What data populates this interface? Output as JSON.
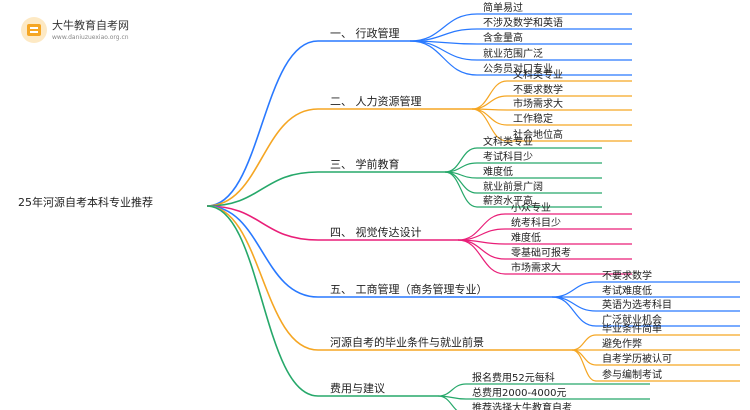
{
  "logo": {
    "title": "大牛教育自考网",
    "url": "www.daniuzuexiao.org.cn",
    "color": "#f5a623"
  },
  "root": "25年河源自考本科专业推荐",
  "branches": [
    {
      "label": "一、 行政管理",
      "color": "#2979ff",
      "leaves": [
        "简单易过",
        "不涉及数学和英语",
        "含金量高",
        "就业范围广泛",
        "公务员对口专业"
      ]
    },
    {
      "label": "二、 人力资源管理",
      "color": "#f5a623",
      "leaves": [
        "文科类专业",
        "不要求数学",
        "市场需求大",
        "工作稳定",
        "社会地位高"
      ]
    },
    {
      "label": "三、 学前教育",
      "color": "#26a86a",
      "leaves": [
        "文科类专业",
        "考试科目少",
        "难度低",
        "就业前景广阔",
        "薪资水平高"
      ]
    },
    {
      "label": "四、 视觉传达设计",
      "color": "#e91e78",
      "leaves": [
        "小众专业",
        "统考科目少",
        "难度低",
        "零基础可报考",
        "市场需求大"
      ]
    },
    {
      "label": "五、 工商管理（商务管理专业）",
      "color": "#2979ff",
      "leaves": [
        "不要求数学",
        "考试难度低",
        "英语为选考科目",
        "广泛就业机会"
      ]
    },
    {
      "label": "河源自考的毕业条件与就业前景",
      "color": "#f5a623",
      "leaves": [
        "毕业条件简单",
        "避免作弊",
        "自考学历被认可",
        "参与编制考试"
      ]
    },
    {
      "label": "费用与建议",
      "color": "#26a86a",
      "leaves": [
        "报名费用52元每科",
        "总费用2000-4000元",
        "推荐选择大牛教育自考"
      ]
    }
  ]
}
